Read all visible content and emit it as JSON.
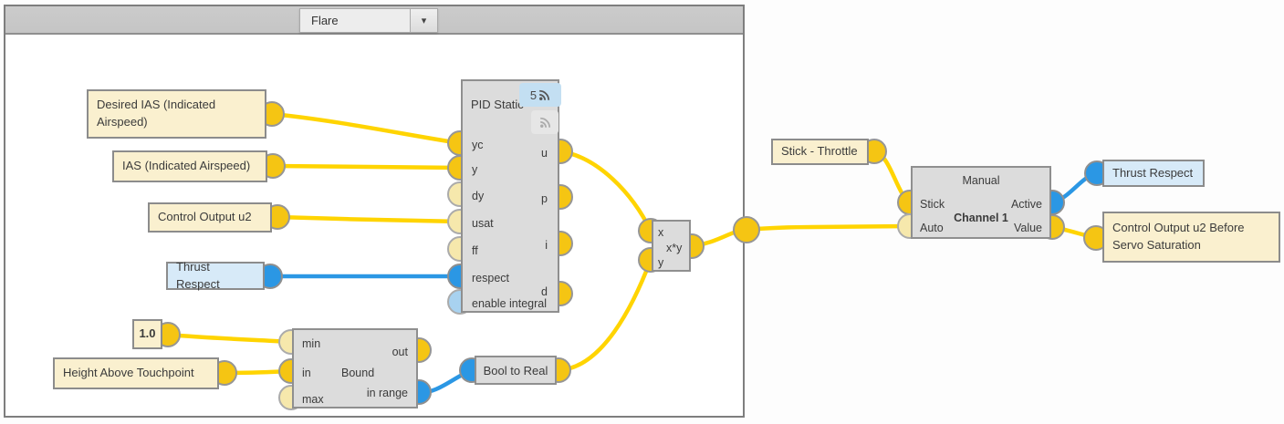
{
  "toolbar": {
    "mode_dropdown_value": "Flare"
  },
  "icons": {
    "dropdown_arrow": "▾",
    "pid_badge_icon": "rss-telemetry",
    "pid_badge2_icon": "rss-telemetry-disabled"
  },
  "boxes": {
    "desired_ias": {
      "label": "Desired IAS (Indicated Airspeed)"
    },
    "ias": {
      "label": "IAS (Indicated Airspeed)"
    },
    "control_output_u2": {
      "label": "Control Output u2"
    },
    "thrust_respect_in": {
      "label": "Thrust Respect"
    },
    "const_one": {
      "label": "1.0"
    },
    "height_above_touchpoint": {
      "label": "Height Above Touchpoint"
    },
    "stick_throttle": {
      "label": "Stick - Throttle"
    },
    "thrust_respect_out": {
      "label": "Thrust Respect"
    },
    "control_output_u2_before": {
      "label": "Control Output u2 Before Servo Saturation"
    }
  },
  "pid_node": {
    "title": "PID Static",
    "telemetry_badge_count": "5",
    "inputs": {
      "yc": "yc",
      "y": "y",
      "dy": "dy",
      "usat": "usat",
      "ff": "ff",
      "respect": "respect",
      "enable_integral": "enable integral"
    },
    "outputs": {
      "u": "u",
      "p": "p",
      "i": "i",
      "d": "d"
    }
  },
  "multiply_node": {
    "label": "x*y",
    "input_x": "x",
    "input_y": "y"
  },
  "bound_node": {
    "title": "Bound",
    "inputs": {
      "min": "min",
      "in": "in",
      "max": "max"
    },
    "outputs": {
      "out": "out",
      "in_range": "in range"
    }
  },
  "bool_to_real_node": {
    "label": "Bool to Real"
  },
  "manual_node": {
    "title": "Manual",
    "channel_label": "Channel 1",
    "inputs": {
      "stick": "Stick",
      "auto": "Auto"
    },
    "outputs": {
      "active": "Active",
      "value": "Value"
    }
  },
  "colors": {
    "wire_yellow": "#FFD400",
    "wire_blue": "#2B97E4",
    "port_yellow": "#F5C513",
    "port_yellow_pale": "#F6E8AC",
    "port_blue": "#2B97E4",
    "port_blue_pale": "#A8D2F0",
    "box_cream": "#FAF0CF",
    "box_blue": "#D7EAF8",
    "node_gray": "#DCDCDC",
    "header_gray": "#C8C8C8"
  }
}
